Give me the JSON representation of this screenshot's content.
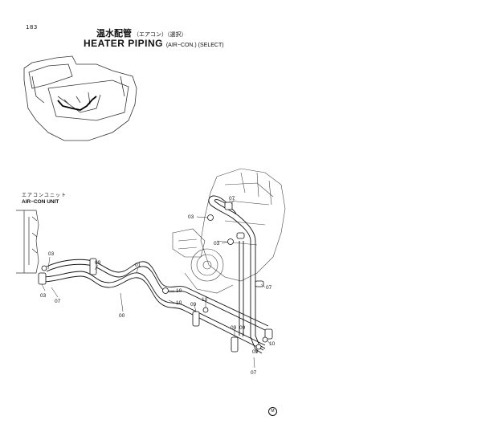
{
  "page": {
    "number": "183"
  },
  "title": {
    "jp_main": "温水配管",
    "jp_sub": "（エアコン）（選択）",
    "en_main": "HEATER PIPING",
    "en_sub": "(AIR−CON.) (SELECT)"
  },
  "unit_label": {
    "jp": "エアコンユニット",
    "en": "AIR−CON UNIT"
  },
  "callouts": [
    {
      "id": "c-07-top",
      "label": "07"
    },
    {
      "id": "c-03-top",
      "label": "03"
    },
    {
      "id": "c-03-mid",
      "label": "03"
    },
    {
      "id": "c-03-left",
      "label": "03"
    },
    {
      "id": "c-09-left",
      "label": "09"
    },
    {
      "id": "c-01",
      "label": "01"
    },
    {
      "id": "c-03-left-low",
      "label": "03"
    },
    {
      "id": "c-07-left",
      "label": "07"
    },
    {
      "id": "c-00",
      "label": "00"
    },
    {
      "id": "c-10-a",
      "label": "10"
    },
    {
      "id": "c-10-b",
      "label": "10"
    },
    {
      "id": "c-09-mid",
      "label": "09"
    },
    {
      "id": "c-07-right",
      "label": "07"
    },
    {
      "id": "c-09-right",
      "label": "09"
    },
    {
      "id": "c-10-right",
      "label": "10"
    },
    {
      "id": "c-10-right2",
      "label": "10"
    },
    {
      "id": "c-09-low",
      "label": "09"
    },
    {
      "id": "c-07-bottom",
      "label": "07"
    },
    {
      "id": "c-09-low2",
      "label": "09"
    }
  ],
  "corner_mark": "M"
}
